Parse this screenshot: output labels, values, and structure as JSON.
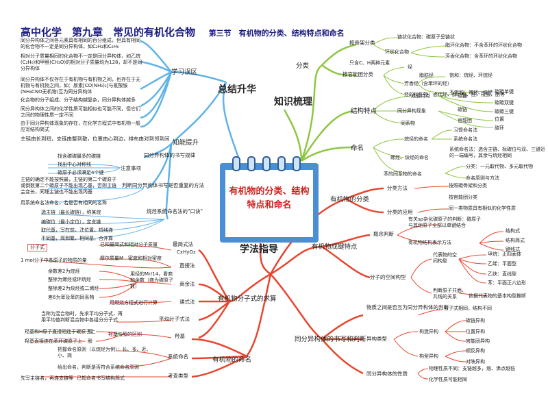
{
  "header": {
    "title": "高中化学　第九章　常见的有机化合物",
    "section": "第三节　有机物的分类、结构特点和命名"
  },
  "center_title": "有机物的分类、结构特点和命名",
  "branches": {
    "summary": "总结升华",
    "knowledge": "知识梳理",
    "method": "学法指导"
  },
  "summary": {
    "learn_title": "学习误区",
    "learn_items": [
      "同分异构体之间各元素具有相同的百分组成，但具有相同的化合物不一定是同分异构体，如C₂H₂和C₆H₆",
      "相对分子质量相同的化合物不一定是同分异构体，如乙烷(C₂H₆)和甲醛(CH₂O)的相对分子质量均为128，却不是同分异构体",
      "同分异构体不仅存在于有机物与有机物之间，也存在于无机物与有机物之间，如：尿素[CO(NH₂)₂]与氰酸铵(NH₄CNO无机物)互为同分异构体",
      "化合物的分子组成、分子结构越复杂，同分异构体越多",
      "同分异构体之间的化学性质可能相似也可能不同，但它们之间的物理性质一定不同",
      "由于同分异构体现象的存在，在化学方程式中有机物一般应写结构简式"
    ],
    "improve_title": "知能提升",
    "write_rule_title": "同分异构体的书写规律",
    "write_rule": "主链由长到短，支链由整到散，位置由心到边，排布由对到邻到间",
    "notice_title": "注意事项",
    "notice_items": [
      "找含碳碳最多的碳链",
      "找出中心对称线",
      "碳原子必须满足4个键"
    ],
    "judge_text": "主链的确定不能按照最，主链的第二个碳原子或倒数第二个碳原子不能出现乙基，否则主链会变长，同理主链也不能出现丙基",
    "judge_note": "用系统命名法命名，若是否有相同的名称",
    "judge_title": "判断同分异构体书写是否重复的方法",
    "name_title": "烷烃系统命名法的\"口诀\"",
    "name_items": [
      "选主链（最长碳链），称某烷",
      "编碳位（最小定位），定支链",
      "取代基，写在前，注位置，短线连",
      "不同基，简到繁，相同基，合并算"
    ]
  },
  "knowledge": {
    "class_title": "分类",
    "by_skeleton": "按骨架分类",
    "chain": "链状化合物：碳原子呈链状",
    "ring": "环状化合物",
    "alicyclic": "脂环化合物：不含苯环的环状化合物",
    "aromatic": "芳香化合物：含苯环的环状化合物",
    "by_group": "按官能团分类",
    "hydrocarbon": "只含C、H两种元素",
    "hydrocarbon_label": "烃",
    "aliphatic": "脂肪烃",
    "aliph_sat": "饱和：烷烃、环烷烃",
    "aliph_unsat": "不饱和：烯烃、炔烃",
    "arom_h": "芳香烃（含苯环的烃）",
    "deriv": "烃的衍生物：卤代烃、醇、酚、醛、羧酸、酯等",
    "struct_title": "结构特点",
    "bonding": "成键特点",
    "bond_types": [
      "碳链",
      "碳碳单键",
      "碳碳双键",
      "碳碳三键",
      "碳环"
    ],
    "isomerism": "同分异构现象",
    "isomer_types": [
      "碳链",
      "位置",
      "官能团"
    ],
    "homolog": "同系物",
    "naming_title": "命名",
    "alkane_naming": "烷烃的命名",
    "alkane_sub": [
      "习惯命名法",
      "系统命名法"
    ],
    "alkene_naming": "烯烃、炔烃的命名",
    "alkene_rule": "系统命名法：选含主链、标碳位与双、三键近的一端编号，其余与烷烃相同",
    "benzene_naming": "苯的同系物的命名",
    "benzene_rule": [
      "分类：一元取代物、多元取代物",
      "命名原则与方法"
    ]
  },
  "method": {
    "classify_title": "有机物的分类",
    "classify_method": "分类方法",
    "classify_method_items": [
      "按照碳骨架和分类",
      "按官能团分类"
    ],
    "classify_apply": "分类的应用",
    "classify_apply_item": "同一类物质具有相似的化学性质",
    "bonding_title": "有机物成键特点",
    "concept": "概念判断",
    "concept_items": [
      "有关sp杂化碳原子的判断：碳原子与其他原子全部以单键结合",
      "有机物结构表示方法"
    ],
    "concept_sub": [
      "结构式",
      "结构简式",
      "键线式"
    ],
    "spatial": "分子的空间构型",
    "spatial_rep": "代表物的空间构型",
    "spatial_items": [
      "甲烷：正四面体",
      "乙烯：平面型",
      "乙炔：直线型",
      "苯：平面正六边形"
    ],
    "coplanar": "判断原子共面、共线的关系",
    "coplanar_item": "依据代表物的基本构型推断",
    "isomer_title": "同分异构体的书写和判断",
    "isomer_judge": "物质之间是否互为同分异构体的判断",
    "isomer_judge_item": "分子式相同，结构不同",
    "isomer_types": "异构类型",
    "struct_iso": "构造异构",
    "struct_iso_items": [
      "碳链异构",
      "位置异构",
      "官能团异构"
    ],
    "stereo_iso": "构型异构",
    "stereo_iso_items": [
      "顺反异构",
      "对映异构"
    ],
    "isomer_prop": "同分异构体的性质",
    "isomer_prop_items": [
      "物理性质不同：支链越多，熔、沸点越低",
      "化学性质可能相同"
    ],
    "formula_title": "有机物分子式的求算",
    "simplest": "最简式法",
    "simplest_sub": "CxHyOz",
    "simplest_item": "已知最简式和相对分子质量",
    "direct": "直接法",
    "direct_item": "摩尔质量M　密度和相对密度",
    "direct_left": "1 mol分子中各原子的物质的量",
    "formula_left": "分子式",
    "shang": "商余法",
    "shang_item": "用烃的Mr/14，看商和余数（商为碳原子数）",
    "shang_items": [
      "余数差2为烷烃",
      "整除为烯烃或环烷烃",
      "整除差2为炔烃或二烯烃",
      "差6为苯及苯的同系物"
    ],
    "general": "通式法",
    "general_item": "用燃烧方程式进行计算",
    "average": "平均分子式法",
    "average_item": "当称为混合物时，先求平均分子式，再用平均值判断混合物中各组分分子式",
    "naming_title": "有机物的命名",
    "hydroxy": "羟基",
    "hydroxy_items": [
      "羟基与醇的区别",
      "醇",
      "酚"
    ],
    "hydroxy_left": [
      "羟基和H原子直接相连于碳原子上",
      "羟基直接连在苯环碳原子上"
    ],
    "sys": "系统命名",
    "sys_items": [
      "把握命名原则（以烷烃为例）：长、多、近、小、简",
      "给出命名，判断是否符合系统命名原则"
    ],
    "check": "考查类型",
    "check_items": [
      "已知命名书写结构简式"
    ],
    "check_left": "先写主链名，再连支链等"
  }
}
